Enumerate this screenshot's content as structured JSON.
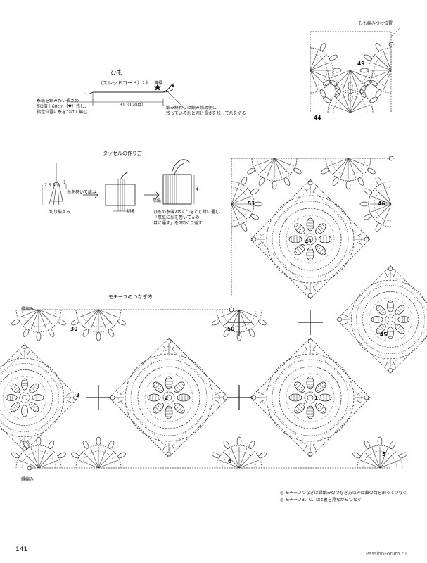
{
  "himo": {
    "title": "ひも",
    "subtitle": "（スレッドコード）",
    "strands": "2本",
    "color": "黄緑",
    "note_left": [
      "糸端を編みたい長さの",
      "約3倍＋60cm（♥）残し、",
      "指定位置に糸をつけて編む"
    ],
    "length": "31（120目）",
    "note_right": [
      "編み終わりは編み始め側に",
      "残っている糸と同じ長さを残して糸を切る"
    ]
  },
  "tassel": {
    "title": "タッセルの作り方",
    "wrap_label": "糸を巻いて結ぶ",
    "cut_label": "切り揃える",
    "cut": "切る",
    "cardboard": "厚紙",
    "size_25": "2.5",
    "size_1": "1",
    "size_4": "4",
    "note": [
      "ひもの糸端2本ずつをとじ針に通し、",
      "「厚紙に糸を巻いて★の",
      "目に通す」を7回くり返す"
    ]
  },
  "motif": {
    "title": "モチーフのつなぎ方",
    "himo_position": "ひも編みつけ位置",
    "edging_top": "縁編み",
    "edging_bottom": "縁編み",
    "numbers": [
      "1",
      "2",
      "3",
      "5",
      "6",
      "30",
      "41",
      "44",
      "45",
      "46",
      "49",
      "50",
      "51"
    ]
  },
  "notes": [
    "◎ モチーフつなぎは縁編みのつなぎ方以外は鎖の目を割ってつなぐ",
    "◎ モチーフB、C、Dは裏を見ながらつなぐ"
  ],
  "page_number": "141",
  "watermark": "PassionForum.ru"
}
